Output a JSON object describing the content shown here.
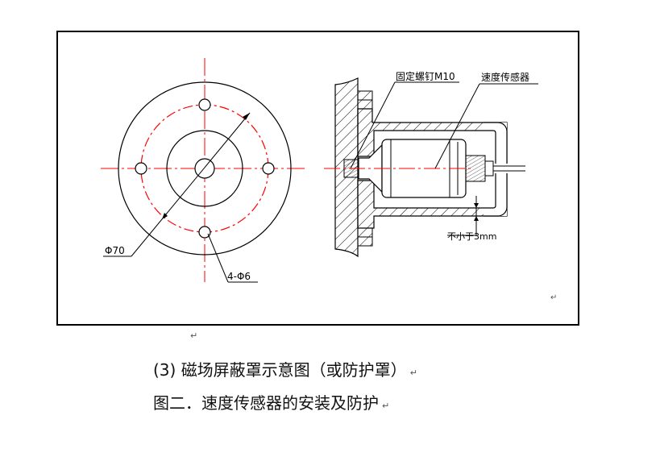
{
  "colors": {
    "line": "#000000",
    "centerline": "#ff0000",
    "frame": "#000000"
  },
  "labels": {
    "bolt": "固定螺钉M10",
    "sensor": "速度传感器",
    "gap": "不小于3mm",
    "diameter": "Φ70",
    "holes": "4-Φ6"
  },
  "captions": {
    "line1": "(3) 磁场屏蔽罩示意图（或防护罩）",
    "line2": "图二．速度传感器的安装及防护"
  },
  "paragraph_mark": "↵"
}
